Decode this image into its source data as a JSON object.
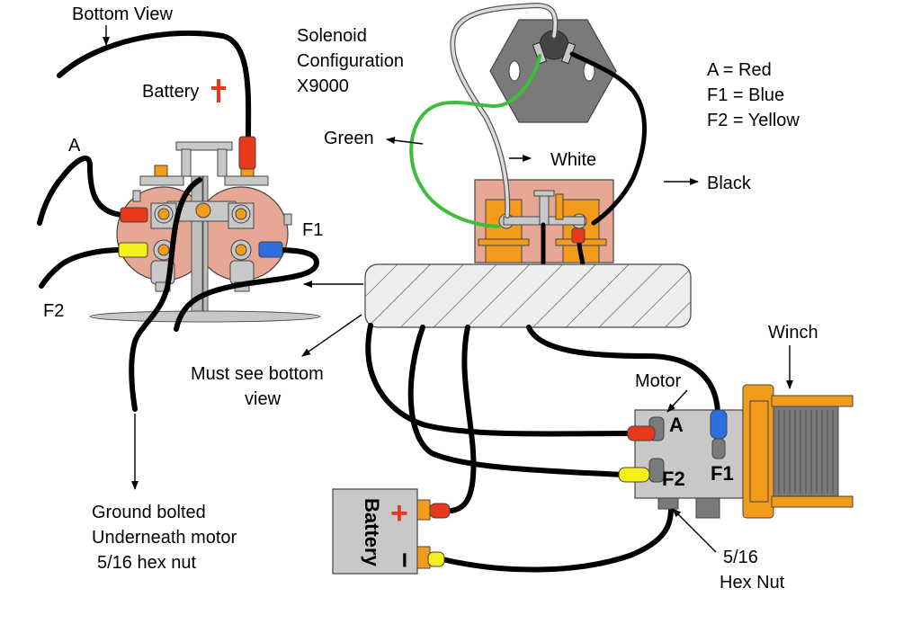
{
  "labels": {
    "bottom_view": "Bottom View",
    "battery_small": "Battery",
    "a_small": "A",
    "f1_small": "F1",
    "f2_small": "F2",
    "solenoid_line1": "Solenoid",
    "solenoid_line2": "Configuration",
    "solenoid_line3": "X9000",
    "green": "Green",
    "white": "White",
    "black": "Black",
    "legend_a": "A = Red",
    "legend_f1": "F1 = Blue",
    "legend_f2": "F2 = Yellow",
    "must_see_1": "Must see bottom",
    "must_see_2": "view",
    "winch": "Winch",
    "motor": "Motor",
    "motor_a": "A",
    "motor_f1": "F1",
    "motor_f2": "F2",
    "battery_big": "Battery",
    "plus_sign": "+",
    "minus_sign": "−",
    "ground_1": "Ground bolted",
    "ground_2": "Underneath motor",
    "ground_3": "5/16 hex nut",
    "hexnut_1": "5/16",
    "hexnut_2": "Hex Nut"
  },
  "colors": {
    "red": "#e8391d",
    "blue": "#2b6fe0",
    "yellow": "#f5ef1a",
    "green": "#3cbe3c",
    "orange": "#f39c1b",
    "copper": "#e6a894",
    "gray": "#c8c8c8"
  }
}
